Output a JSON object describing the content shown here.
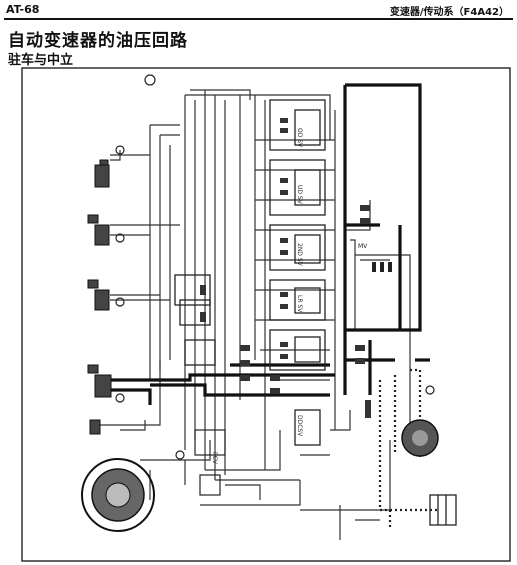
{
  "header": {
    "page_code": "AT-68",
    "section": "变速器/传动系（F4A42）"
  },
  "title": "自动变速器的油压回路",
  "subtitle": "驻车与中立",
  "labels": {
    "valve_pcv": "PCV",
    "valve_2nd": "2ND SV",
    "valve_lr": "LR SV",
    "valve_ud": "UD SV",
    "valve_od": "OD SV",
    "valve_ddcsv": "DDCSV",
    "valve_mv": "MV"
  }
}
